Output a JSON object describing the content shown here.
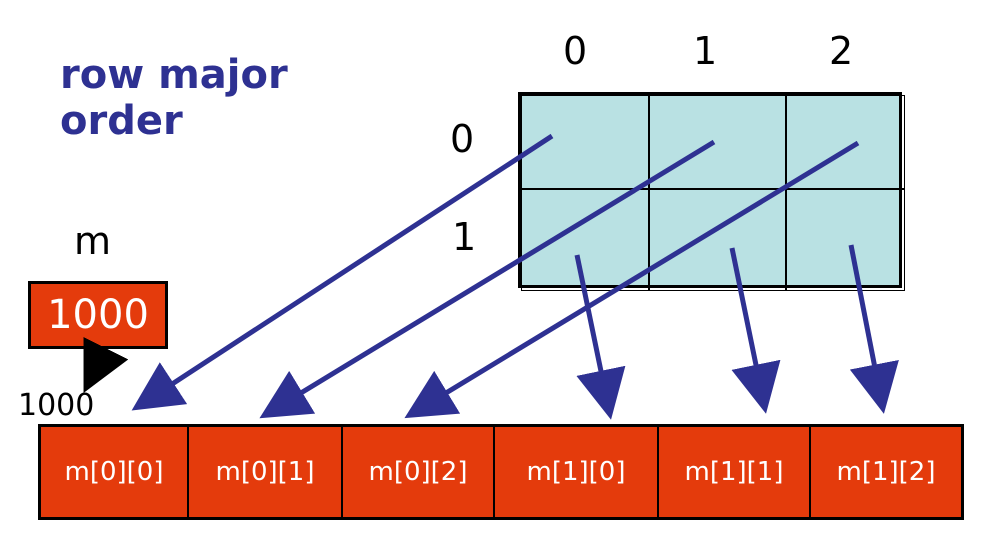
{
  "title": {
    "line1": "row major",
    "line2": "order"
  },
  "matrix": {
    "col_labels": [
      "0",
      "1",
      "2"
    ],
    "row_labels": [
      "0",
      "1"
    ],
    "rows": 2,
    "cols": 3
  },
  "variable": {
    "name": "m",
    "value": "1000"
  },
  "memory": {
    "start_address": "1000",
    "cells": [
      "m[0][0]",
      "m[0][1]",
      "m[0][2]",
      "m[1][0]",
      "m[1][1]",
      "m[1][2]"
    ]
  },
  "colors": {
    "title": "#2e3192",
    "arrow": "#2e3192",
    "cell_fill": "#b9e1e3",
    "memory_fill": "#e43b0c"
  }
}
